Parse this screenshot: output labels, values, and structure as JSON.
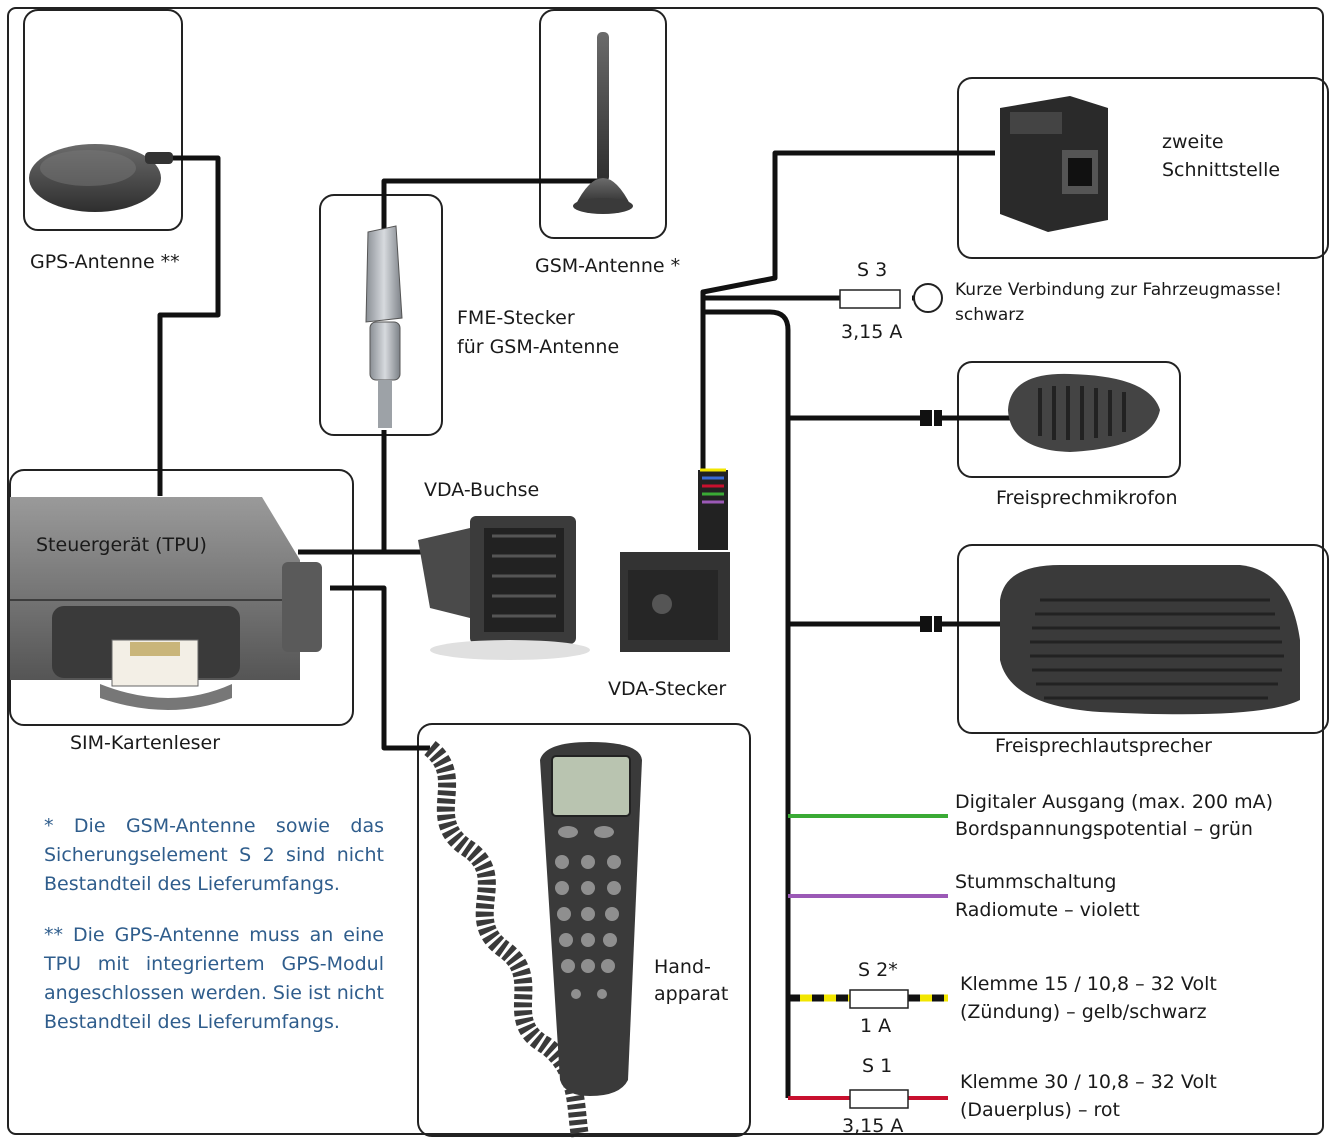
{
  "labels": {
    "gps_antenna": "GPS-Antenne **",
    "gsm_antenna": "GSM-Antenne *",
    "fme_connector": [
      "FME-Stecker",
      "für GSM-Antenne"
    ],
    "second_interface": [
      "zweite",
      "Schnittstelle"
    ],
    "ground_note": [
      "Kurze Verbindung zur Fahrzeugmasse!",
      "schwarz"
    ],
    "control_unit": "Steuergerät (TPU)",
    "vda_socket": "VDA-Buchse",
    "vda_plug": "VDA-Stecker",
    "sim_reader": "SIM-Kartenleser",
    "microphone": "Freisprechmikrofon",
    "speaker": "Freisprechlautsprecher",
    "handset": [
      "Hand-",
      "apparat"
    ],
    "digital_output": [
      "Digitaler Ausgang (max. 200 mA)",
      "Bordspannungspotential – grün"
    ],
    "radio_mute": [
      "Stummschaltung",
      "Radiomute – violett"
    ],
    "terminal15": [
      "Klemme 15 / 10,8 – 32 Volt",
      "(Zündung) – gelb/schwarz"
    ],
    "terminal30": [
      "Klemme 30 / 10,8 – 32 Volt",
      "(Dauerplus) – rot"
    ]
  },
  "fuses": {
    "s3": {
      "name": "S 3",
      "rating": "3,15 A"
    },
    "s2": {
      "name": "S 2*",
      "rating": "1 A"
    },
    "s1": {
      "name": "S 1",
      "rating": "3,15 A"
    }
  },
  "notes": [
    "* Die GSM-Antenne sowie das Sicherungselement S 2 sind nicht Bestandteil des Lieferumfangs.",
    "** Die GPS-Antenne muss an eine TPU mit integriertem GPS-Modul angeschlossen werden. Sie ist nicht Bestandteil des Lieferumfangs."
  ],
  "colors": {
    "green": "#3aaa35",
    "violet": "#9b59b6",
    "yellow": "#f2e600",
    "red": "#c8102e",
    "note_blue": "#2f5d8c"
  }
}
